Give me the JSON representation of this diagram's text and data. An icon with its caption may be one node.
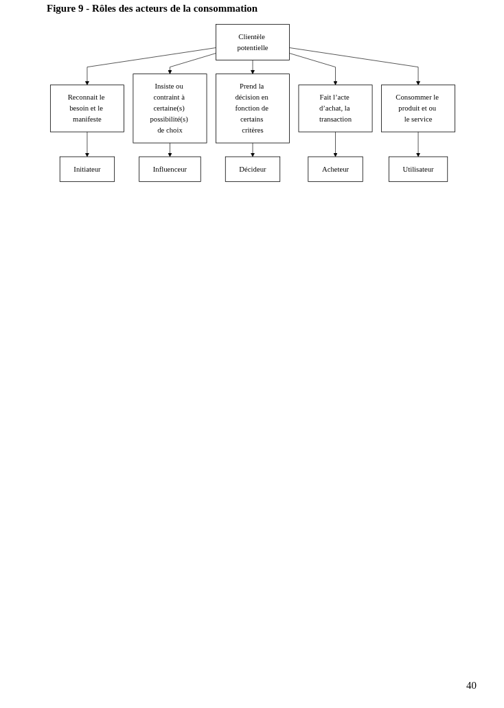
{
  "diagram": {
    "title": "Figure 9 - Rôles des acteurs de la consommation",
    "nodes": [
      {
        "text": [
          "Clientèle potentielle"
        ]
      },
      {
        "text": [
          "Reconnait le besoin et le manifeste"
        ]
      },
      {
        "text": [
          "Insiste ou contraint à certaine(s) possibilité(s) de choix"
        ]
      },
      {
        "text": [
          "Prend la décision en fonction de certains critères"
        ]
      },
      {
        "text": [
          "Fait l’acte d’achat, la transaction"
        ]
      },
      {
        "text": [
          "Consommer le produit et ou le service"
        ]
      },
      {
        "text": [
          "Initiateur"
        ]
      },
      {
        "text": [
          "Influenceur"
        ]
      },
      {
        "text": [
          "Décideur"
        ]
      },
      {
        "text": [
          "Acheteur"
        ]
      },
      {
        "text": [
          "Utilisateur"
        ]
      }
    ],
    "edges": [
      {
        "from": 0,
        "to": 1,
        "arrow": "to"
      },
      {
        "from": 0,
        "to": 2,
        "arrow": "to"
      },
      {
        "from": 0,
        "to": 3,
        "arrow": "to"
      },
      {
        "from": 0,
        "to": 4,
        "arrow": "to"
      },
      {
        "from": 0,
        "to": 5,
        "arrow": "to"
      },
      {
        "from": 1,
        "to": 6,
        "arrow": "to"
      },
      {
        "from": 2,
        "to": 7,
        "arrow": "to"
      },
      {
        "from": 3,
        "to": 8,
        "arrow": "to"
      },
      {
        "from": 4,
        "to": 9,
        "arrow": "to"
      },
      {
        "from": 5,
        "to": 10,
        "arrow": "to"
      }
    ],
    "labels": [
      "40"
    ]
  }
}
